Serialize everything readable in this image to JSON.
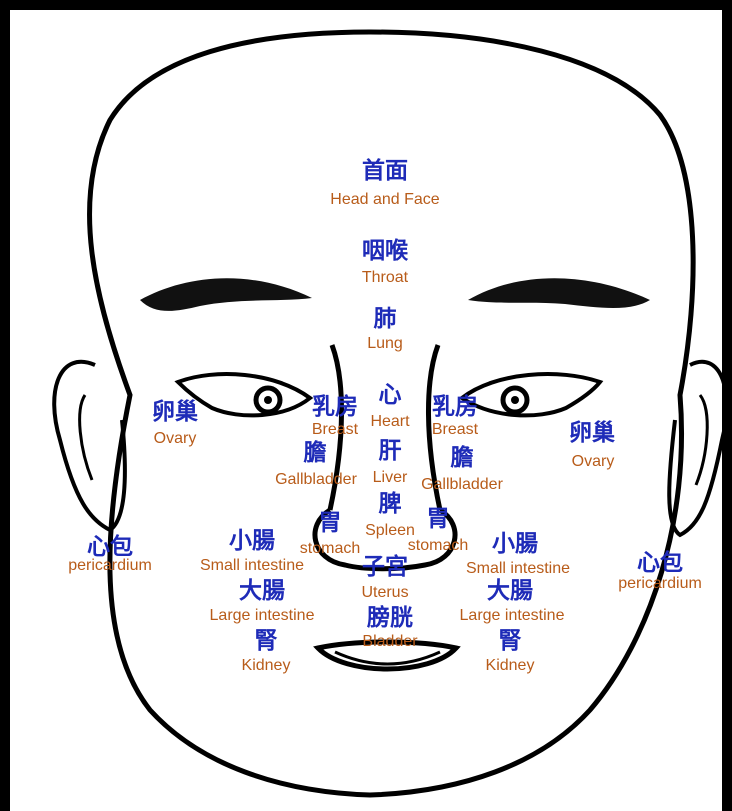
{
  "colors": {
    "chinese_label": "#1e2bb8",
    "english_label": "#b85c1a",
    "outline": "#000000",
    "background": "#ffffff"
  },
  "labels": {
    "head_face_cn": "首面",
    "head_face_en": "Head and Face",
    "throat_cn": "咽喉",
    "throat_en": "Throat",
    "lung_cn": "肺",
    "lung_en": "Lung",
    "heart_cn": "心",
    "heart_en": "Heart",
    "liver_cn": "肝",
    "liver_en": "Liver",
    "spleen_cn": "脾",
    "spleen_en": "Spleen",
    "uterus_cn": "子宮",
    "uterus_en": "Uterus",
    "bladder_cn": "膀胱",
    "bladder_en": "Bladder",
    "breast_left_cn": "乳房",
    "breast_left_en": "Breast",
    "breast_right_cn": "乳房",
    "breast_right_en": "Breast",
    "gallbladder_left_cn": "膽",
    "gallbladder_left_en": "Gallbladder",
    "gallbladder_right_cn": "膽",
    "gallbladder_right_en": "Gallbladder",
    "stomach_left_cn": "胃",
    "stomach_left_en": "stomach",
    "stomach_right_cn": "胃",
    "stomach_right_en": "stomach",
    "ovary_left_cn": "卵巢",
    "ovary_left_en": "Ovary",
    "ovary_right_cn": "卵巢",
    "ovary_right_en": "Ovary",
    "small_int_left_cn": "小腸",
    "small_int_left_en": "Small intestine",
    "small_int_right_cn": "小腸",
    "small_int_right_en": "Small intestine",
    "large_int_left_cn": "大腸",
    "large_int_left_en": "Large intestine",
    "large_int_right_cn": "大腸",
    "large_int_right_en": "Large intestine",
    "kidney_left_cn": "腎",
    "kidney_left_en": "Kidney",
    "kidney_right_cn": "腎",
    "kidney_right_en": "Kidney",
    "pericardium_left_cn": "心包",
    "pericardium_left_en": "pericardium",
    "pericardium_right_cn": "心包",
    "pericardium_right_en": "pericardium"
  }
}
